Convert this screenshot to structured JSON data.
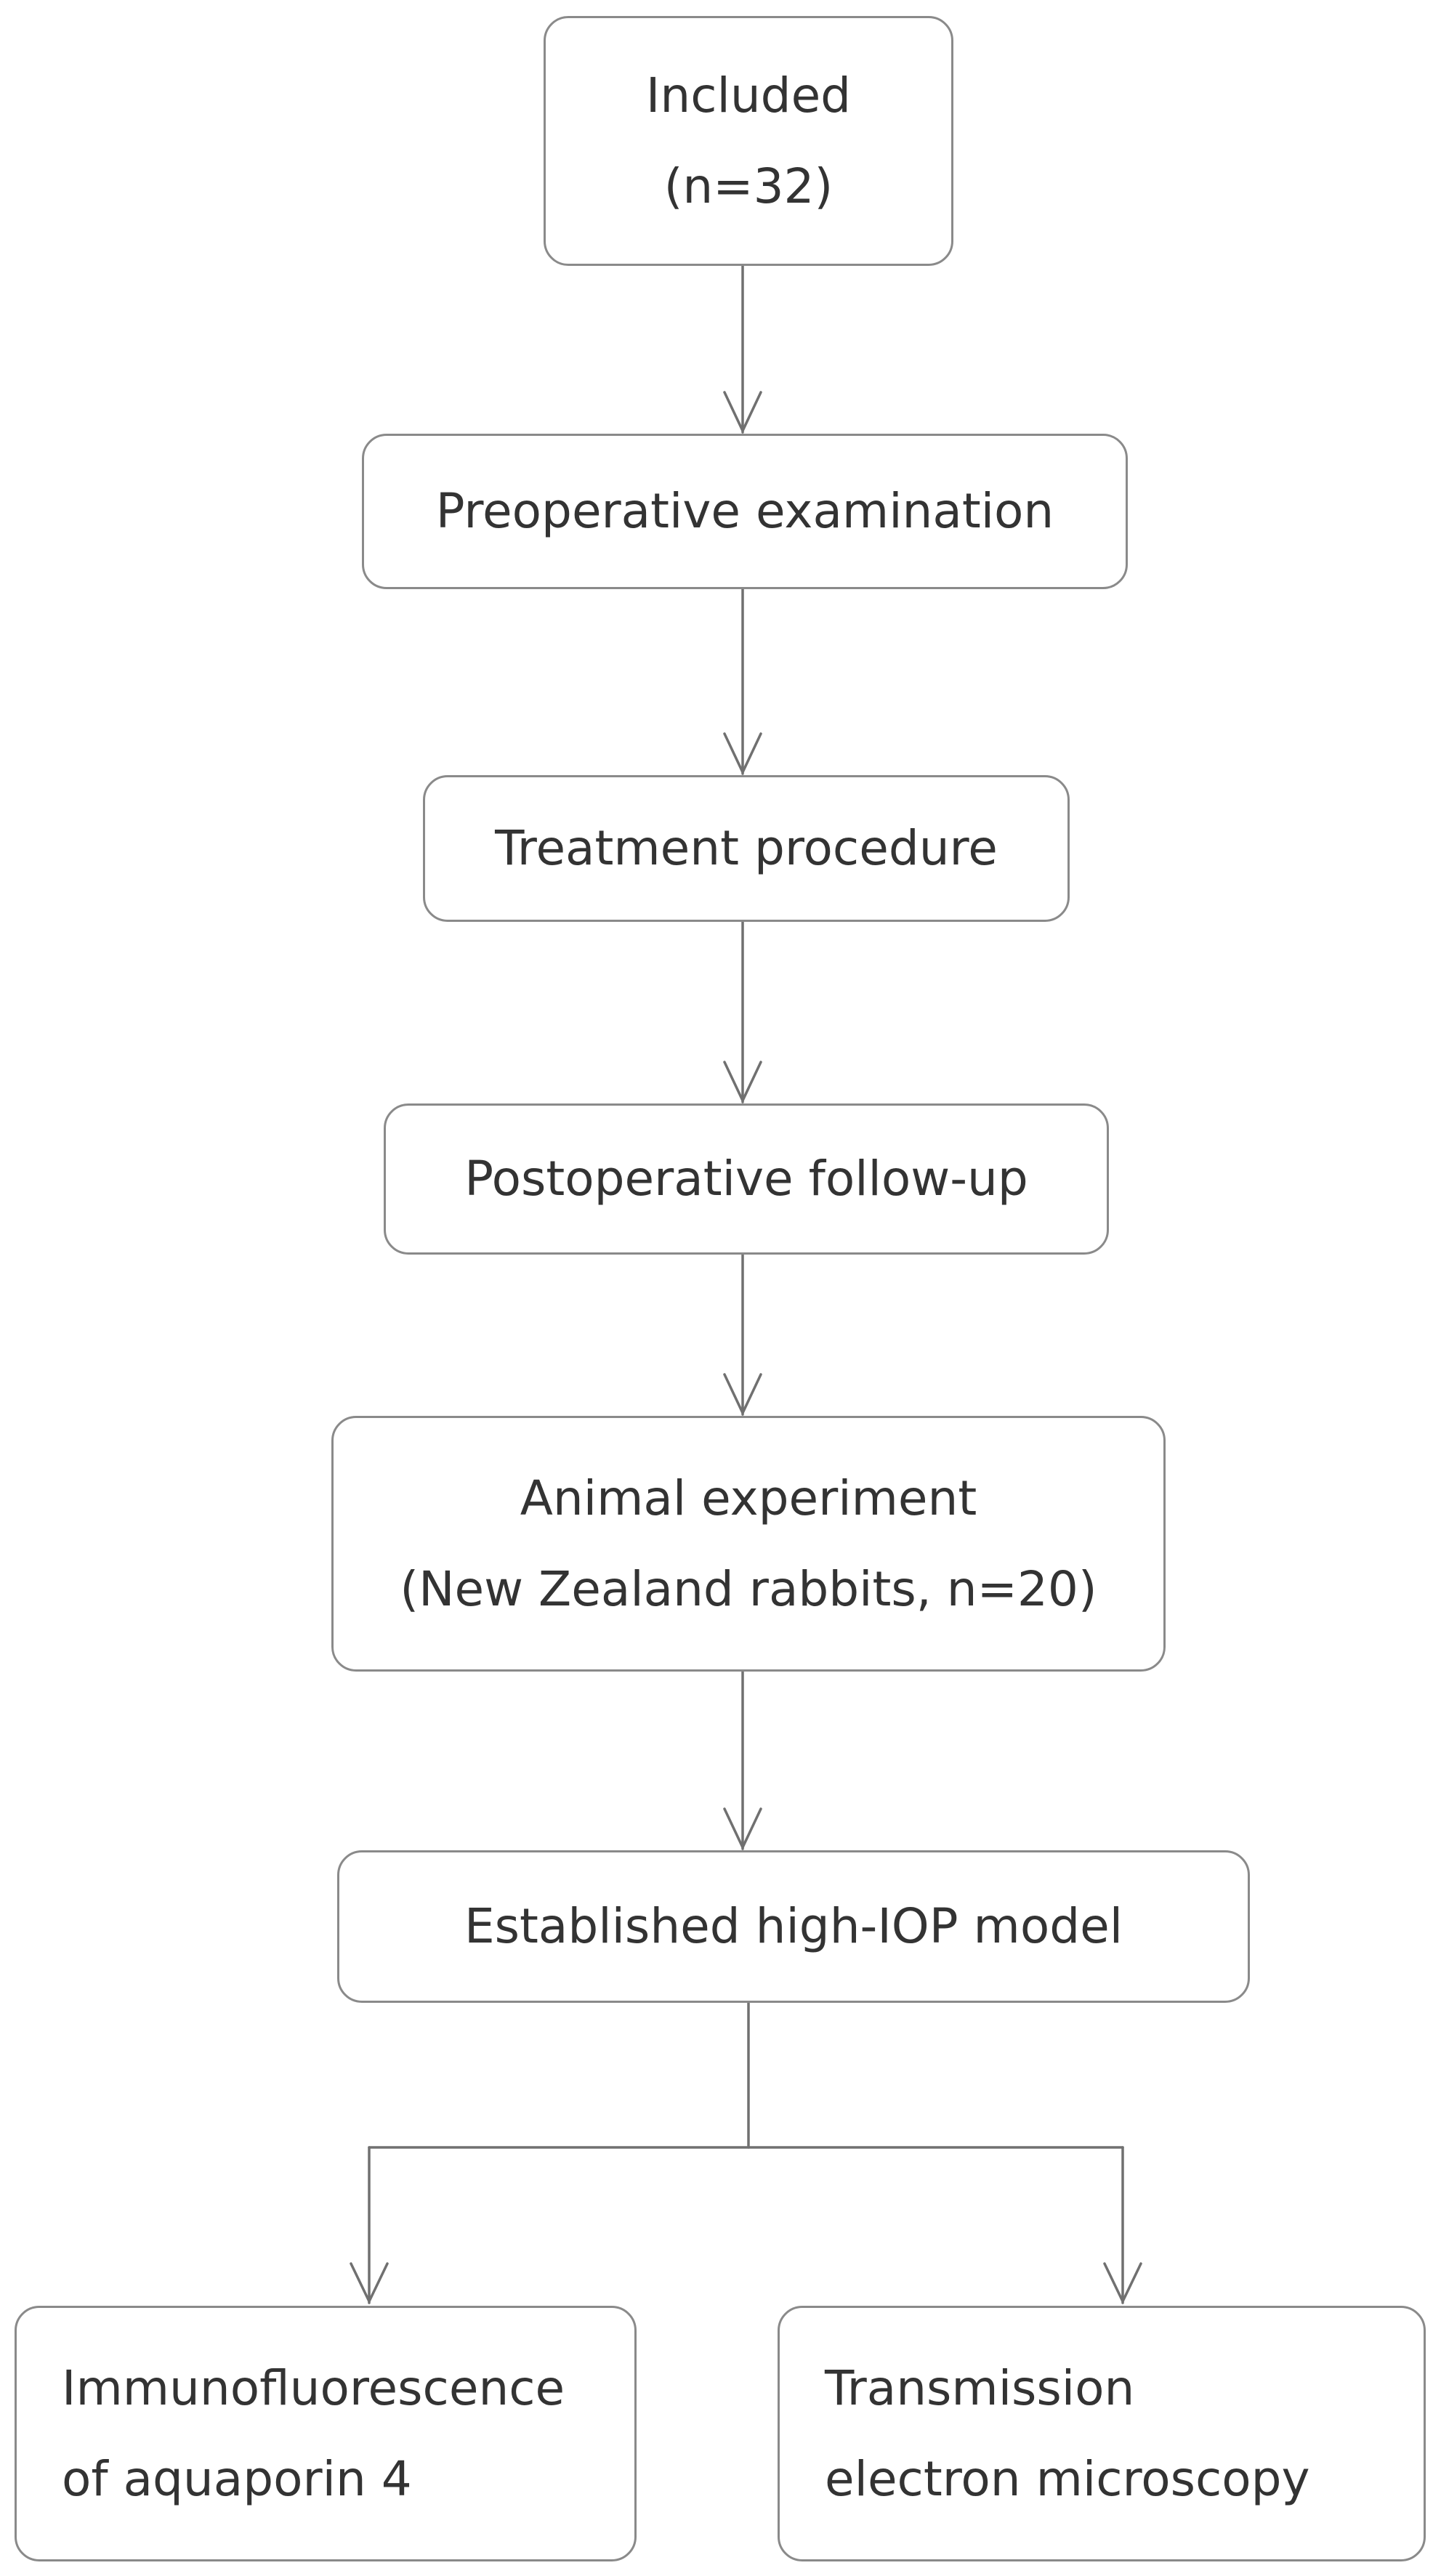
{
  "flowchart": {
    "nodes": {
      "included": {
        "lines": [
          "Included",
          "(n=32)"
        ]
      },
      "preoperative_examination": {
        "lines": [
          "Preoperative examination"
        ]
      },
      "treatment_procedure": {
        "lines": [
          "Treatment procedure"
        ]
      },
      "postoperative_follow_up": {
        "lines": [
          "Postoperative follow-up"
        ]
      },
      "animal_experiment": {
        "lines": [
          "Animal experiment",
          "(New Zealand rabbits, n=20)"
        ]
      },
      "established_model": {
        "lines": [
          "Established high-IOP model"
        ]
      },
      "immunofluorescence": {
        "lines": [
          "Immunofluorescence",
          "of aquaporin 4"
        ]
      },
      "tem": {
        "lines": [
          "Transmission",
          "electron microscopy"
        ]
      }
    },
    "edges": [
      {
        "from": "included",
        "to": "preoperative_examination"
      },
      {
        "from": "preoperative_examination",
        "to": "treatment_procedure"
      },
      {
        "from": "treatment_procedure",
        "to": "postoperative_follow_up"
      },
      {
        "from": "postoperative_follow_up",
        "to": "animal_experiment"
      },
      {
        "from": "animal_experiment",
        "to": "established_model"
      },
      {
        "from": "established_model",
        "to": "immunofluorescence"
      },
      {
        "from": "established_model",
        "to": "tem"
      }
    ],
    "colors": {
      "border": "#8a8a8a",
      "connector": "#707070",
      "text": "#333333"
    }
  }
}
